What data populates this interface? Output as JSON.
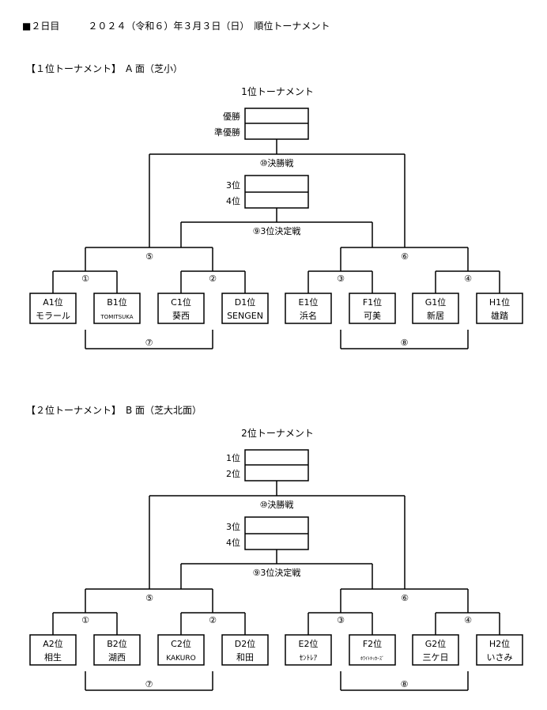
{
  "header": "■２日目　　　２０２４（令和６）年３月３日（日）　順位トーナメント",
  "sections": [
    {
      "heading": "【１位トーナメント】　A 面（芝小）",
      "title": "1位トーナメント",
      "podium_top": [
        "優勝",
        "準優勝"
      ],
      "podium_third": [
        "3位",
        "4位"
      ],
      "final_label": "⑩決勝戦",
      "third_label": "⑨3位決定戦",
      "semi_labels": [
        "⑤",
        "⑥"
      ],
      "qf_labels": [
        "①",
        "②",
        "③",
        "④"
      ],
      "cross_labels": [
        "⑦",
        "⑧"
      ],
      "teams": [
        {
          "line1": "A1位",
          "line2": "モラール",
          "small": false
        },
        {
          "line1": "B1位",
          "line2": "TOMITSUKA",
          "small": true
        },
        {
          "line1": "C1位",
          "line2": "葵西",
          "small": false
        },
        {
          "line1": "D1位",
          "line2": "SENGEN",
          "small": false
        },
        {
          "line1": "E1位",
          "line2": "浜名",
          "small": false
        },
        {
          "line1": "F1位",
          "line2": "可美",
          "small": false
        },
        {
          "line1": "G1位",
          "line2": "新居",
          "small": false
        },
        {
          "line1": "H1位",
          "line2": "雄踏",
          "small": false
        }
      ]
    },
    {
      "heading": "【２位トーナメント】　B 面（芝大北面）",
      "title": "2位トーナメント",
      "podium_top": [
        "1位",
        "2位"
      ],
      "podium_third": [
        "3位",
        "4位"
      ],
      "final_label": "⑩決勝戦",
      "third_label": "⑨3位決定戦",
      "semi_labels": [
        "⑤",
        "⑥"
      ],
      "qf_labels": [
        "①",
        "②",
        "③",
        "④"
      ],
      "cross_labels": [
        "⑦",
        "⑧"
      ],
      "teams": [
        {
          "line1": "A2位",
          "line2": "相生",
          "small": false
        },
        {
          "line1": "B2位",
          "line2": "湖西",
          "small": false
        },
        {
          "line1": "C2位",
          "line2": "KAKURO",
          "small": true
        },
        {
          "line1": "D2位",
          "line2": "和田",
          "small": false
        },
        {
          "line1": "E2位",
          "line2": "ｾﾝﾄﾚｱ",
          "small": true
        },
        {
          "line1": "F2位",
          "line2": "ﾎﾜｲﾄｷｯｶｰｽﾞ",
          "small": true,
          "tiny": true
        },
        {
          "line1": "G2位",
          "line2": "三ケ日",
          "small": false
        },
        {
          "line1": "H2位",
          "line2": "いさみ",
          "small": false
        }
      ]
    }
  ]
}
